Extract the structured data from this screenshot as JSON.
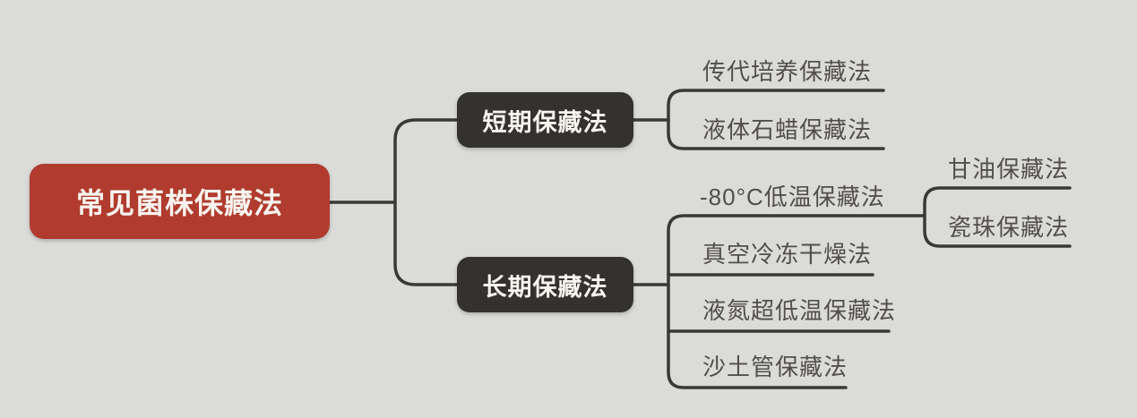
{
  "colors": {
    "background": "#dbdbd9",
    "root_fill": "#b03b2e",
    "branch_fill": "#343230",
    "line": "#3b3936",
    "leaf_text": "#524f4b",
    "node_text": "#f7f4ef"
  },
  "mindmap": {
    "root": {
      "label": "常见菌株保藏法"
    },
    "branches": [
      {
        "label": "短期保藏法",
        "children": [
          {
            "label": "传代培养保藏法"
          },
          {
            "label": "液体石蜡保藏法"
          }
        ]
      },
      {
        "label": "长期保藏法",
        "children": [
          {
            "label": "-80°C低温保藏法",
            "children": [
              {
                "label": "甘油保藏法"
              },
              {
                "label": "瓷珠保藏法"
              }
            ]
          },
          {
            "label": "真空冷冻干燥法"
          },
          {
            "label": "液氮超低温保藏法"
          },
          {
            "label": "沙土管保藏法"
          }
        ]
      }
    ]
  }
}
